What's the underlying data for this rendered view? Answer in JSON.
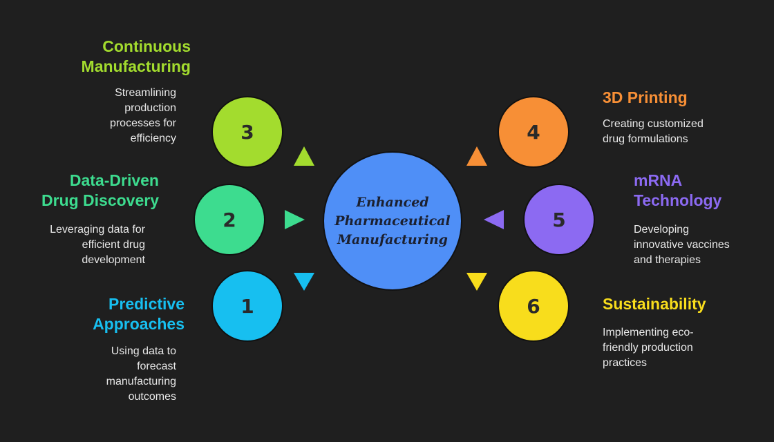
{
  "center": {
    "label": "Enhanced\nPharmaceutical\nManufacturing",
    "color": "#4f8ff7"
  },
  "items": [
    {
      "number": "1",
      "title": "Predictive\nApproaches",
      "description": "Using data to\nforecast\nmanufacturing\noutcomes",
      "color": "#17bff0"
    },
    {
      "number": "2",
      "title": "Data-Driven\nDrug Discovery",
      "description": "Leveraging data for\nefficient drug\ndevelopment",
      "color": "#3ddc8f"
    },
    {
      "number": "3",
      "title": "Continuous\nManufacturing",
      "description": "Streamlining\nproduction\nprocesses for\nefficiency",
      "color": "#a3dc2e"
    },
    {
      "number": "4",
      "title": "3D Printing",
      "description": "Creating customized\ndrug formulations",
      "color": "#f78f36"
    },
    {
      "number": "5",
      "title": "mRNA\nTechnology",
      "description": "Developing\ninnovative vaccines\nand therapies",
      "color": "#8c6af2"
    },
    {
      "number": "6",
      "title": "Sustainability",
      "description": "Implementing eco-\nfriendly production\npractices",
      "color": "#f8dd1c"
    }
  ]
}
